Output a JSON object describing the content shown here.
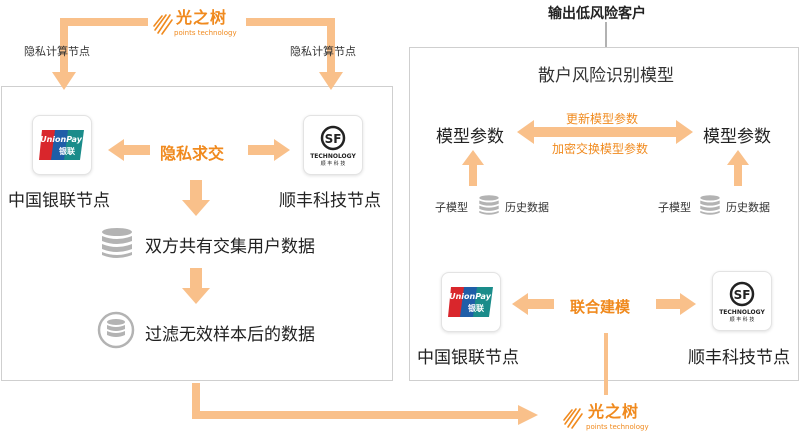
{
  "top_logo": {
    "brand_cn": "光之树",
    "brand_en": "points technology"
  },
  "bottom_logo": {
    "brand_cn": "光之树",
    "brand_en": "points technology"
  },
  "left_section": {
    "privacy_node_left": "隐私计算节点",
    "privacy_node_right": "隐私计算节点",
    "exchange_label": "隐私求交",
    "unionpay_node": "中国银联节点",
    "sf_node": "顺丰科技节点",
    "step1": "双方共有交集用户数据",
    "step2": "过滤无效样本后的数据"
  },
  "right_section": {
    "output_label": "输出低风险客户",
    "title": "散户风险识别模型",
    "model_param_left": "模型参数",
    "model_param_right": "模型参数",
    "update_label": "更新模型参数",
    "encrypt_label": "加密交换模型参数",
    "sub_model_left": "子模型",
    "history_left": "历史数据",
    "sub_model_right": "子模型",
    "history_right": "历史数据",
    "joint_label": "联合建模",
    "unionpay_node": "中国银联节点",
    "sf_node": "顺丰科技节点"
  },
  "unionpay_logo": {
    "text_top": "UnionPay",
    "text_bottom": "银联"
  },
  "sf_logo": {
    "mark": "SF",
    "text_top": "TECHNOLOGY",
    "text_bottom": "顺 丰 科 技"
  },
  "colors": {
    "orange_arrow": "#f9c08a",
    "accent_text": "#f08a1e",
    "db_gray": "#b3b3b3",
    "unionpay_red": "#d9262c",
    "unionpay_blue": "#1f5ea8",
    "unionpay_teal": "#1a8c8a"
  }
}
